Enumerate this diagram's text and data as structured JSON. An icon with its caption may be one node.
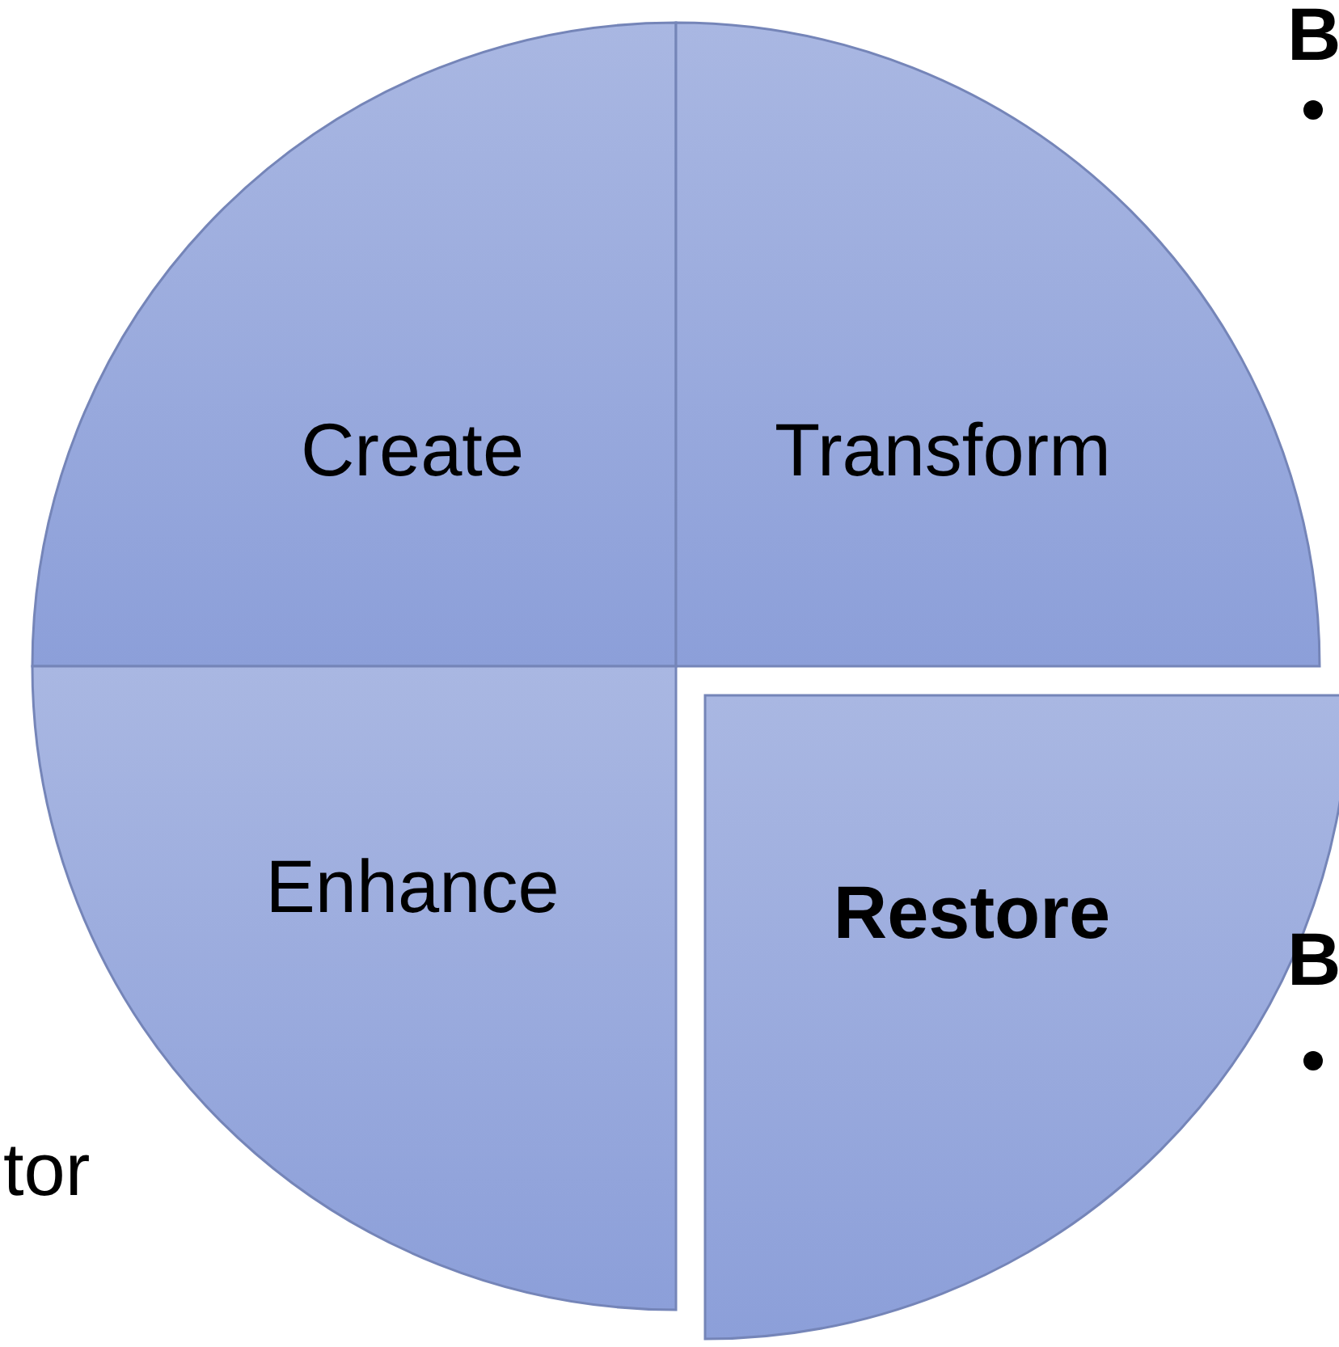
{
  "diagram": {
    "nodes": [
      {
        "text": [
          "Create"
        ]
      },
      {
        "text": [
          "Transform"
        ]
      },
      {
        "text": [
          "Enhance"
        ]
      },
      {
        "text": [
          "**Restore**"
        ]
      }
    ],
    "labels": [
      "B",
      "B",
      "tor"
    ]
  }
}
